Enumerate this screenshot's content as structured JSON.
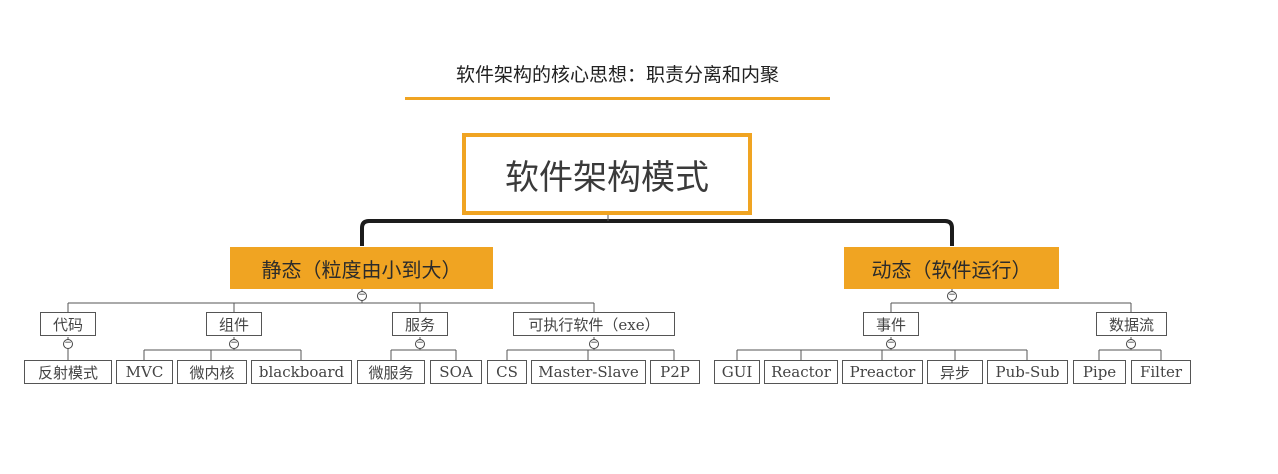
{
  "title": "软件架构的核心思想：职责分离和内聚",
  "colors": {
    "accent": "#f0a422",
    "line": "#555555",
    "text": "#333333"
  },
  "root": {
    "label": "软件架构模式"
  },
  "branches": {
    "static": {
      "label": "静态（粒度由小到大）",
      "groups": [
        {
          "label": "代码",
          "items": [
            "反射模式"
          ]
        },
        {
          "label": "组件",
          "items": [
            "MVC",
            "微内核",
            "blackboard"
          ]
        },
        {
          "label": "服务",
          "items": [
            "微服务",
            "SOA"
          ]
        },
        {
          "label": "可执行软件（exe）",
          "items": [
            "CS",
            "Master-Slave",
            "P2P"
          ]
        }
      ]
    },
    "dynamic": {
      "label": "动态（软件运行）",
      "groups": [
        {
          "label": "事件",
          "items": [
            "GUI",
            "Reactor",
            "Preactor",
            "异步",
            "Pub-Sub"
          ]
        },
        {
          "label": "数据流",
          "items": [
            "Pipe",
            "Filter"
          ]
        }
      ]
    }
  },
  "collapse_symbol": "−"
}
